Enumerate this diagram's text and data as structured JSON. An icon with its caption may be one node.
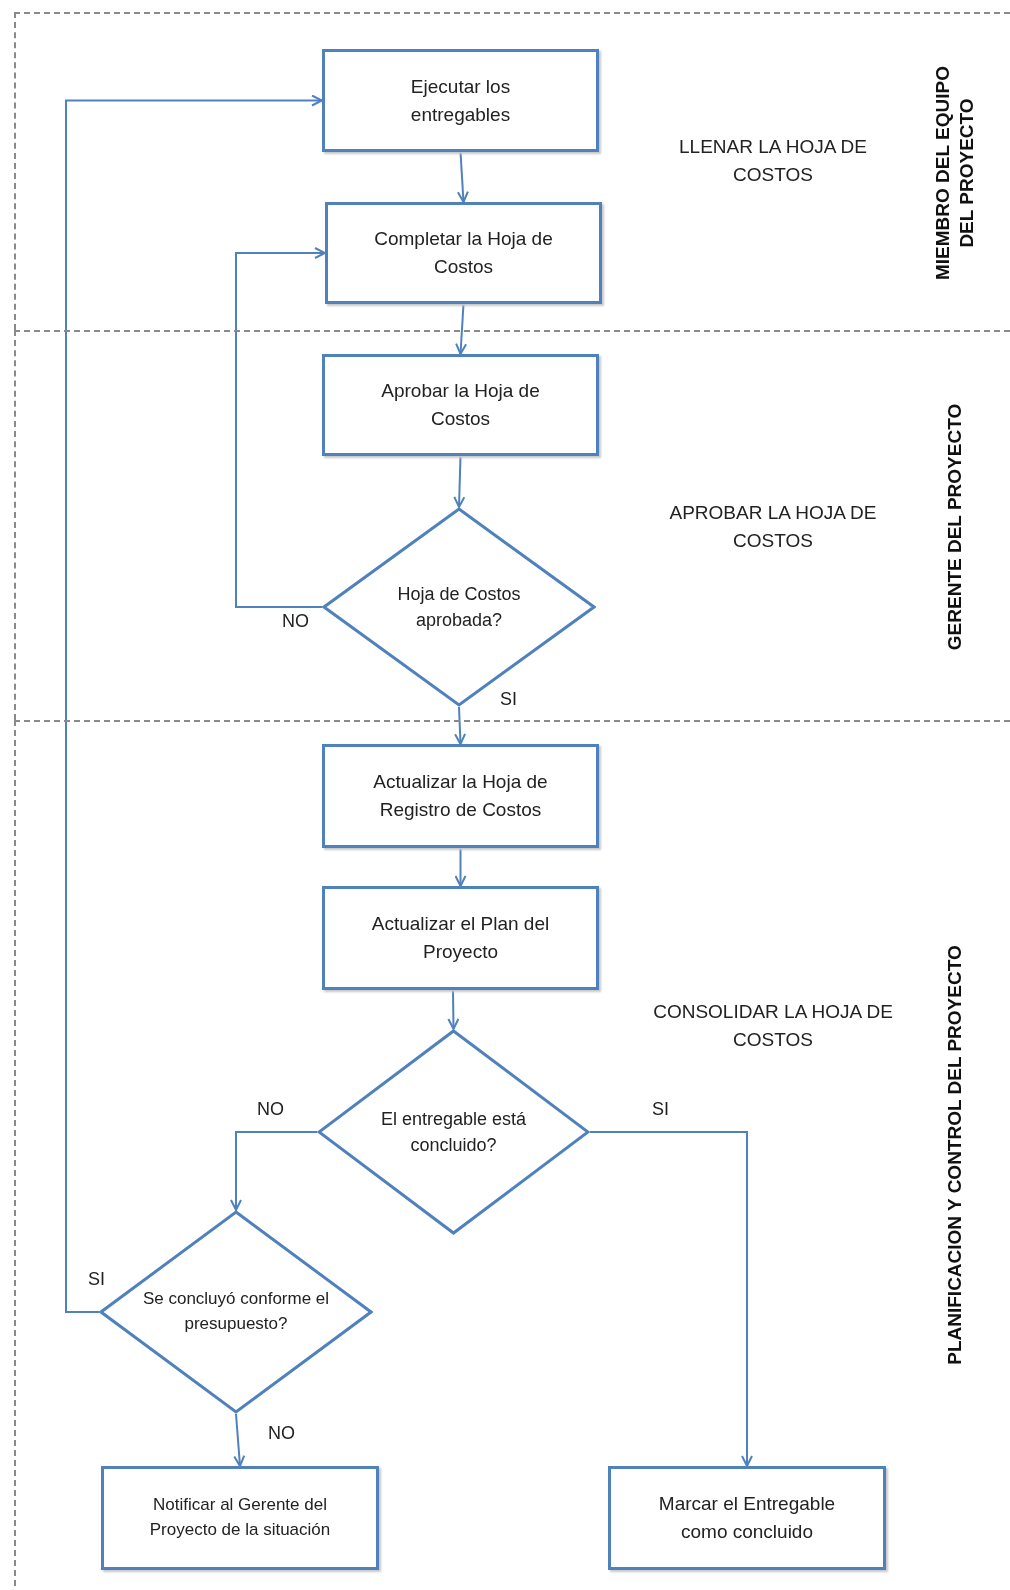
{
  "diagram": {
    "nodes": [
      {
        "text": [
          "MIEMBRO DEL EQUIPO DEL PROYECTO",
          "LLENAR LA HOJA DE COSTOS"
        ]
      },
      {
        "text": [
          "GERENTE DEL PROYECTO",
          "APROBAR LA HOJA DE COSTOS"
        ]
      },
      {
        "text": [
          "PLANIFICACION Y CONTROL DEL PROYECTO",
          "CONSOLIDAR LA HOJA DE COSTOS"
        ]
      },
      {
        "text": [
          "Ejecutar los entregables"
        ],
        "in": 0
      },
      {
        "text": [
          "Completar la Hoja de Costos"
        ],
        "in": 0
      },
      {
        "text": [
          "Aprobar la Hoja de Costos"
        ],
        "in": 1
      },
      {
        "text": [
          "Hoja de Costos aprobada?"
        ],
        "in": 1
      },
      {
        "text": [
          "Actualizar la Hoja de Registro de Costos"
        ],
        "in": 2
      },
      {
        "text": [
          "Actualizar el Plan del Proyecto"
        ],
        "in": 2
      },
      {
        "text": [
          "El entregable está concluido?"
        ],
        "in": 2
      },
      {
        "text": [
          "Se concluyó conforme el presupuesto?"
        ],
        "in": 2
      },
      {
        "text": [
          "Notificar al Gerente del Proyecto de la situación"
        ],
        "in": 2
      },
      {
        "text": [
          "Marcar el Entregable como concluido"
        ],
        "in": 2
      }
    ],
    "edges": [
      {
        "from": 3,
        "to": 4,
        "arrow": "to"
      },
      {
        "from": 4,
        "to": 5,
        "arrow": "to"
      },
      {
        "from": 5,
        "to": 6,
        "arrow": "to"
      },
      {
        "from": 6,
        "to": 4,
        "arrow": "to",
        "label": "NO"
      },
      {
        "from": 6,
        "to": 7,
        "arrow": "to",
        "label": "SI"
      },
      {
        "from": 7,
        "to": 8,
        "arrow": "to"
      },
      {
        "from": 8,
        "to": 9,
        "arrow": "to"
      },
      {
        "from": 9,
        "to": 10,
        "arrow": "to",
        "label": "NO"
      },
      {
        "from": 9,
        "to": 12,
        "arrow": "to",
        "label": "SI"
      },
      {
        "from": 10,
        "to": 3,
        "arrow": "to",
        "label": "SI"
      },
      {
        "from": 10,
        "to": 11,
        "arrow": "to",
        "label": "NO"
      }
    ]
  }
}
